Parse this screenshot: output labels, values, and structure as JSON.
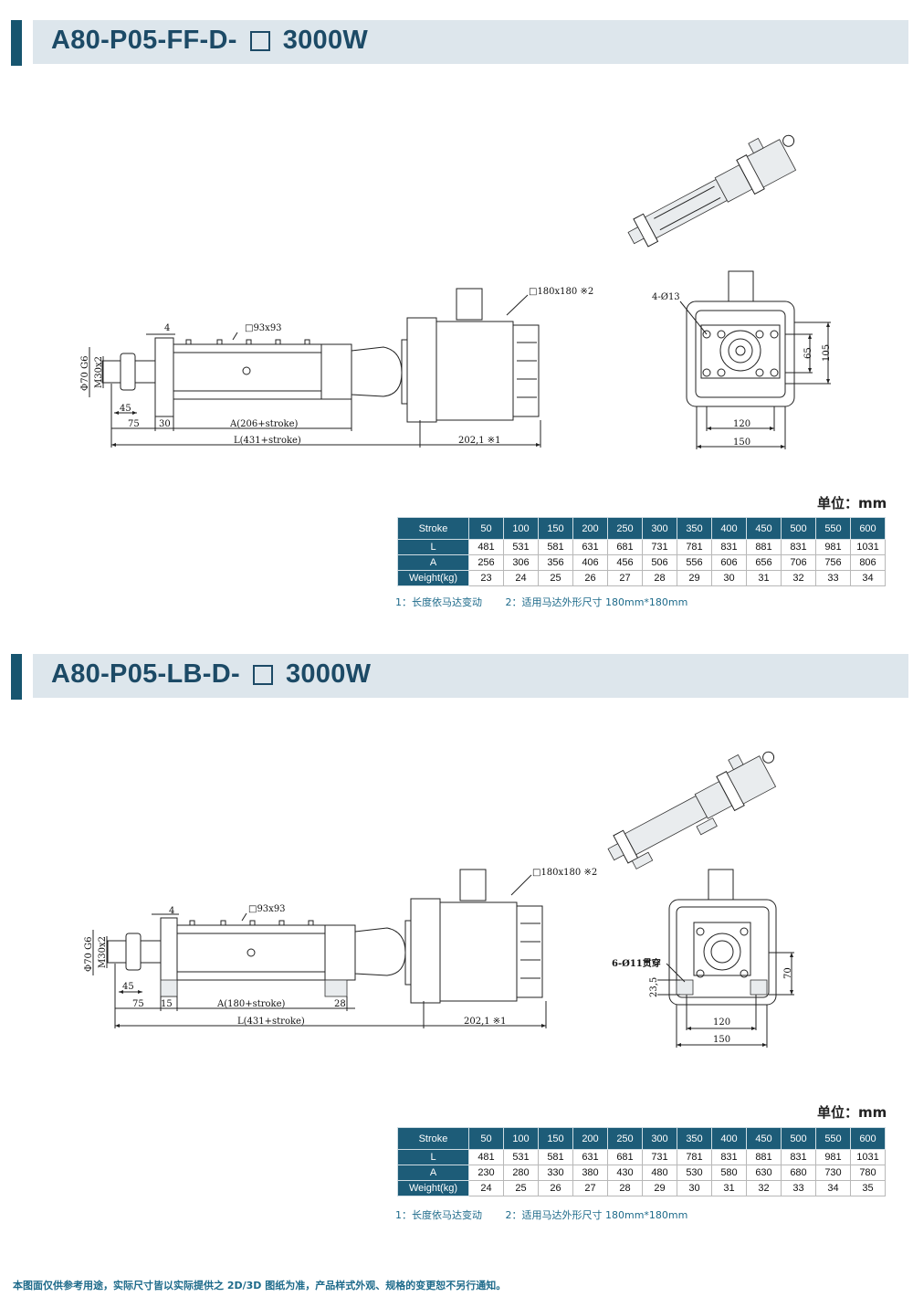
{
  "sections": [
    {
      "title_prefix": "A80-P05-FF-D-",
      "title_suffix": "3000W",
      "unit": "单位：mm",
      "drawing": {
        "square_tube": "□93x93",
        "motor_size": "□180x180 ※2",
        "dim_4": "4",
        "dim_45": "45",
        "dim_75": "75",
        "dim_30": "30",
        "dim_A": "A(206+stroke)",
        "dim_L": "L(431+stroke)",
        "dim_motor": "202,1 ※1",
        "rod_dia": "Φ70 G6",
        "thread": "M30x2",
        "holes": "4-Ø13",
        "dim_65": "65",
        "dim_105": "105",
        "dim_120": "120",
        "dim_150": "150"
      },
      "table": {
        "headers": [
          "Stroke",
          "50",
          "100",
          "150",
          "200",
          "250",
          "300",
          "350",
          "400",
          "450",
          "500",
          "550",
          "600"
        ],
        "rows": [
          {
            "label": "L",
            "values": [
              "481",
              "531",
              "581",
              "631",
              "681",
              "731",
              "781",
              "831",
              "881",
              "831",
              "981",
              "1031"
            ]
          },
          {
            "label": "A",
            "values": [
              "256",
              "306",
              "356",
              "406",
              "456",
              "506",
              "556",
              "606",
              "656",
              "706",
              "756",
              "806"
            ]
          },
          {
            "label": "Weight(kg)",
            "values": [
              "23",
              "24",
              "25",
              "26",
              "27",
              "28",
              "29",
              "30",
              "31",
              "32",
              "33",
              "34"
            ]
          }
        ]
      },
      "notes": [
        "1：长度依马达变动",
        "2：适用马达外形尺寸 180mm*180mm"
      ]
    },
    {
      "title_prefix": "A80-P05-LB-D-",
      "title_suffix": "3000W",
      "unit": "单位：mm",
      "drawing": {
        "square_tube": "□93x93",
        "motor_size": "□180x180 ※2",
        "dim_4": "4",
        "dim_45": "45",
        "dim_75": "75",
        "dim_15": "15",
        "dim_28": "28",
        "dim_A": "A(180+stroke)",
        "dim_L": "L(431+stroke)",
        "dim_motor": "202,1 ※1",
        "rod_dia": "Φ70 G6",
        "thread": "M30x2",
        "holes": "6-Ø11贯穿",
        "dim_23": "23,5",
        "dim_70": "70",
        "dim_120": "120",
        "dim_150": "150"
      },
      "table": {
        "headers": [
          "Stroke",
          "50",
          "100",
          "150",
          "200",
          "250",
          "300",
          "350",
          "400",
          "450",
          "500",
          "550",
          "600"
        ],
        "rows": [
          {
            "label": "L",
            "values": [
              "481",
              "531",
              "581",
              "631",
              "681",
              "731",
              "781",
              "831",
              "881",
              "831",
              "981",
              "1031"
            ]
          },
          {
            "label": "A",
            "values": [
              "230",
              "280",
              "330",
              "380",
              "430",
              "480",
              "530",
              "580",
              "630",
              "680",
              "730",
              "780"
            ]
          },
          {
            "label": "Weight(kg)",
            "values": [
              "24",
              "25",
              "26",
              "27",
              "28",
              "29",
              "30",
              "31",
              "32",
              "33",
              "34",
              "35"
            ]
          }
        ]
      },
      "notes": [
        "1：长度依马达变动",
        "2：适用马达外形尺寸 180mm*180mm"
      ]
    }
  ],
  "footer": "本图面仅供参考用途，实际尺寸皆以实际提供之 2D/3D 图纸为准，产品样式外观、规格的变更恕不另行通知。",
  "colors": {
    "accent": "#17556f",
    "band": "#dde6ec",
    "table_header": "#1d5c78",
    "note": "#1d6a8a"
  }
}
